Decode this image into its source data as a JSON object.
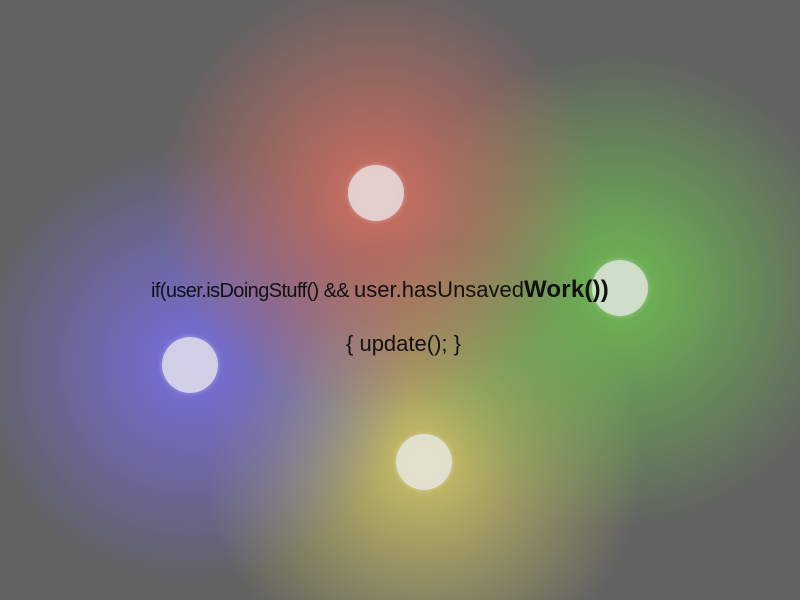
{
  "code": {
    "line1_part1": "if(user.isDoingStuff() && ",
    "line1_part2": "user.hasUnsaved",
    "line1_part3": "Work())",
    "line2": "{ update(); }"
  },
  "colors": {
    "background": "#626262",
    "red_glow": "#d66e60",
    "green_glow": "#6ebe50",
    "blue_glow": "#786ee6",
    "yellow_glow": "#d2c864",
    "orb": "#ebebeb",
    "text": "#111111"
  }
}
